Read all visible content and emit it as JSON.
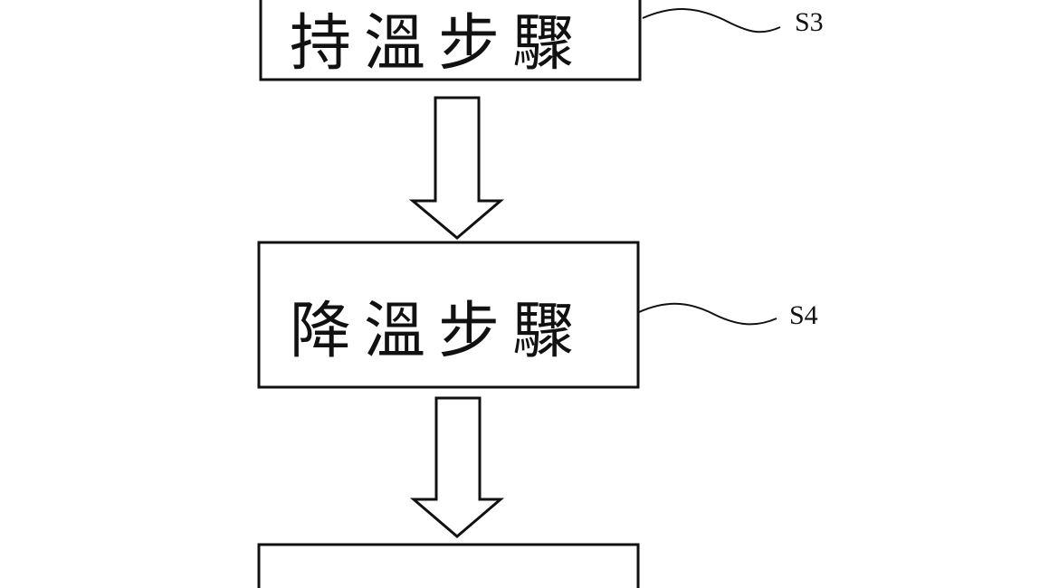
{
  "steps": [
    {
      "id": "S3",
      "text": "持溫步驟"
    },
    {
      "id": "S4",
      "text": "降溫步驟"
    },
    {
      "id": "",
      "text": ""
    }
  ]
}
